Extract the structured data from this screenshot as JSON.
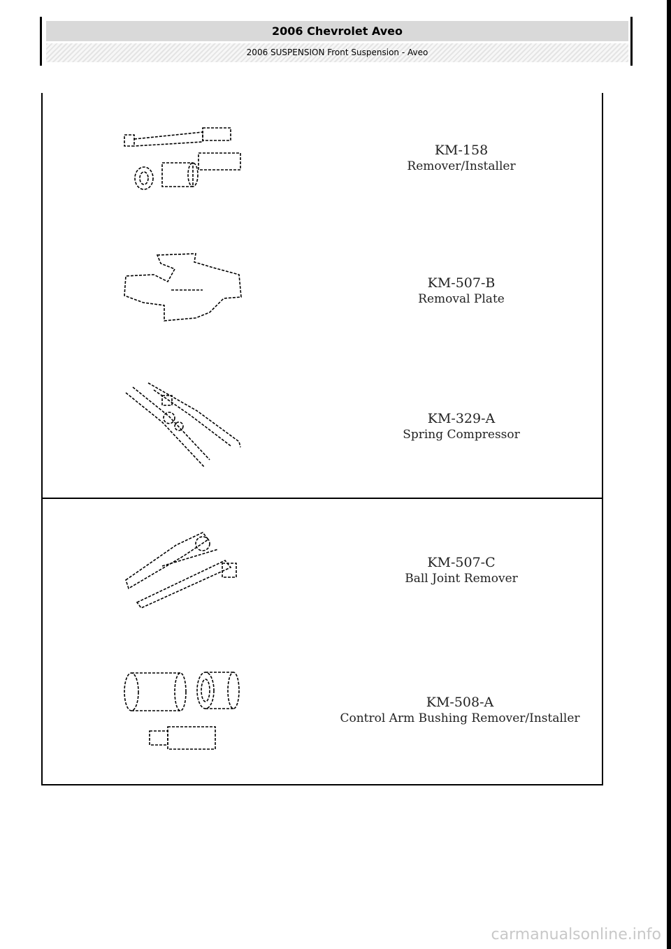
{
  "header": {
    "title": "2006 Chevrolet Aveo",
    "subtitle": "2006 SUSPENSION Front Suspension - Aveo"
  },
  "tools": [
    {
      "number": "KM-158",
      "name": "Remover/Installer",
      "icon": "remover-installer-tool-icon"
    },
    {
      "number": "KM-507-B",
      "name": "Removal Plate",
      "icon": "removal-plate-icon"
    },
    {
      "number": "KM-329-A",
      "name": "Spring Compressor",
      "icon": "spring-compressor-icon"
    },
    {
      "number": "KM-507-C",
      "name": "Ball Joint Remover",
      "icon": "ball-joint-remover-icon"
    },
    {
      "number": "KM-508-A",
      "name": "Control Arm Bushing Remover/Installer",
      "icon": "bushing-remover-installer-icon"
    }
  ],
  "watermark": "carmanualsonline.info"
}
